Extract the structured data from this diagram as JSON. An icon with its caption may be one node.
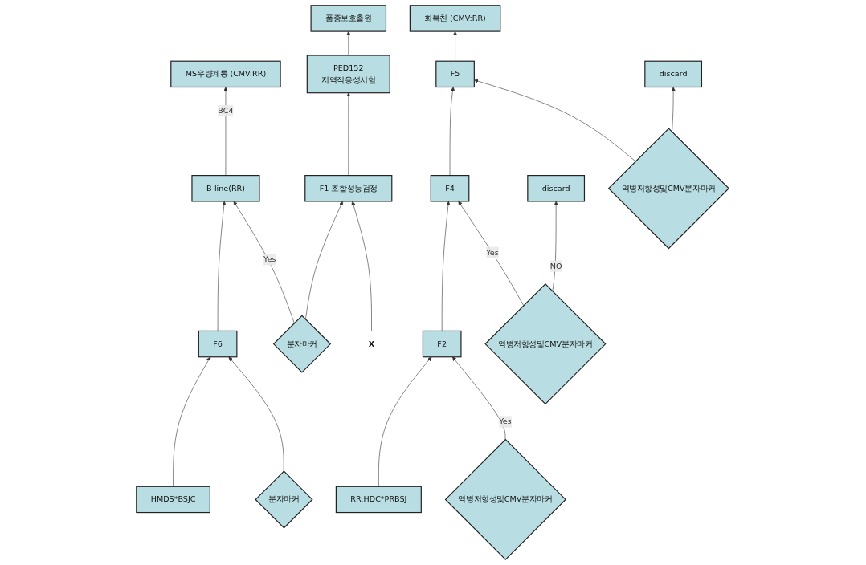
{
  "diagram": {
    "nodes": [
      {
        "text": [
          "B-line(RR)"
        ]
      },
      {
        "text": [
          "MS우량계통 (CMV:RR)"
        ]
      },
      {
        "text": [
          "X"
        ]
      },
      {
        "text": [
          "회복친 (CMV:RR)"
        ]
      },
      {
        "text": [
          "역병저항성및CMV분자마커"
        ]
      },
      {
        "text": [
          "F5"
        ]
      },
      {
        "text": [
          "분자마커"
        ]
      },
      {
        "text": [
          "F6"
        ]
      },
      {
        "text": [
          "F1 조합성능검정"
        ]
      },
      {
        "text": [
          "discard"
        ]
      },
      {
        "text": [
          "분자마커"
        ]
      },
      {
        "text": [
          "F4"
        ]
      },
      {
        "text": [
          "역병저항성및CMV분자마커"
        ]
      },
      {
        "text": [
          "discard"
        ]
      },
      {
        "text": [
          "HMDS*BSJC"
        ]
      },
      {
        "text": [
          "PED152",
          "지역적응성시험"
        ]
      },
      {
        "text": [
          "F2"
        ]
      },
      {
        "text": [
          "역병저항성및CMV분자마커"
        ]
      },
      {
        "text": [
          "품종보호출원"
        ]
      },
      {
        "text": [
          "RR:HDC*PRBSJ"
        ]
      }
    ],
    "edges": [
      {
        "from": 0,
        "to": 1,
        "arrow": "to",
        "label": "BC4"
      },
      {
        "from": 7,
        "to": 0,
        "arrow": "to"
      },
      {
        "from": 14,
        "to": 7,
        "arrow": "to"
      },
      {
        "from": 10,
        "to": 7,
        "arrow": "to"
      },
      {
        "from": 6,
        "to": 0,
        "arrow": "to",
        "label": "Yes"
      },
      {
        "from": 6,
        "to": 8,
        "arrow": "to"
      },
      {
        "from": 2,
        "to": 8,
        "arrow": "to"
      },
      {
        "from": 8,
        "to": 15,
        "arrow": "to"
      },
      {
        "from": 15,
        "to": 18,
        "arrow": "to"
      },
      {
        "from": 19,
        "to": 16,
        "arrow": "to"
      },
      {
        "from": 16,
        "to": 11,
        "arrow": "to"
      },
      {
        "from": 11,
        "to": 5,
        "arrow": "to"
      },
      {
        "from": 5,
        "to": 3,
        "arrow": "to"
      },
      {
        "from": 17,
        "to": 16,
        "arrow": "to",
        "label": "Yes"
      },
      {
        "from": 12,
        "to": 11,
        "arrow": "to",
        "label": "Yes"
      },
      {
        "from": 12,
        "to": 13,
        "arrow": "to",
        "label": "NO"
      },
      {
        "from": 4,
        "to": 5,
        "arrow": "to"
      },
      {
        "from": 4,
        "to": 9,
        "arrow": "to"
      }
    ]
  }
}
